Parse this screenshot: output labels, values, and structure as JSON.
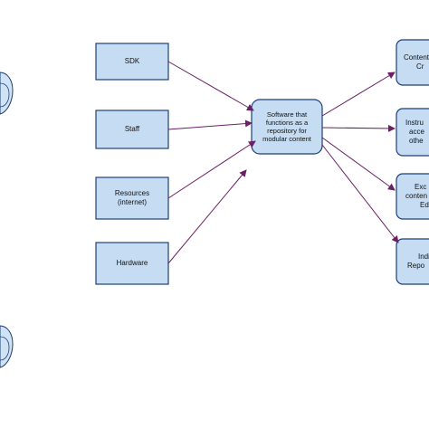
{
  "colors": {
    "box_fill": "#c6dcf2",
    "box_stroke": "#1d3f78",
    "center_fill": "#c6dcf2",
    "arrow": "#6a1f66",
    "blob_fill": "#cfe3f5",
    "blob_stroke": "#1d3f78"
  },
  "inputs": [
    {
      "label": "SDK"
    },
    {
      "label": "Staff"
    },
    {
      "label": "Resources (internet)"
    },
    {
      "label": "Hardware"
    }
  ],
  "center": {
    "lines": [
      "Software that",
      "functions as a",
      "repository for",
      "modular content"
    ]
  },
  "outputs": [
    {
      "lines": [
        "Content",
        "Cr"
      ]
    },
    {
      "lines": [
        "Instru",
        "acce",
        "othe"
      ]
    },
    {
      "lines": [
        "Exc",
        "conten",
        "Ed"
      ]
    },
    {
      "lines": [
        "Indi",
        "Repo"
      ]
    }
  ]
}
